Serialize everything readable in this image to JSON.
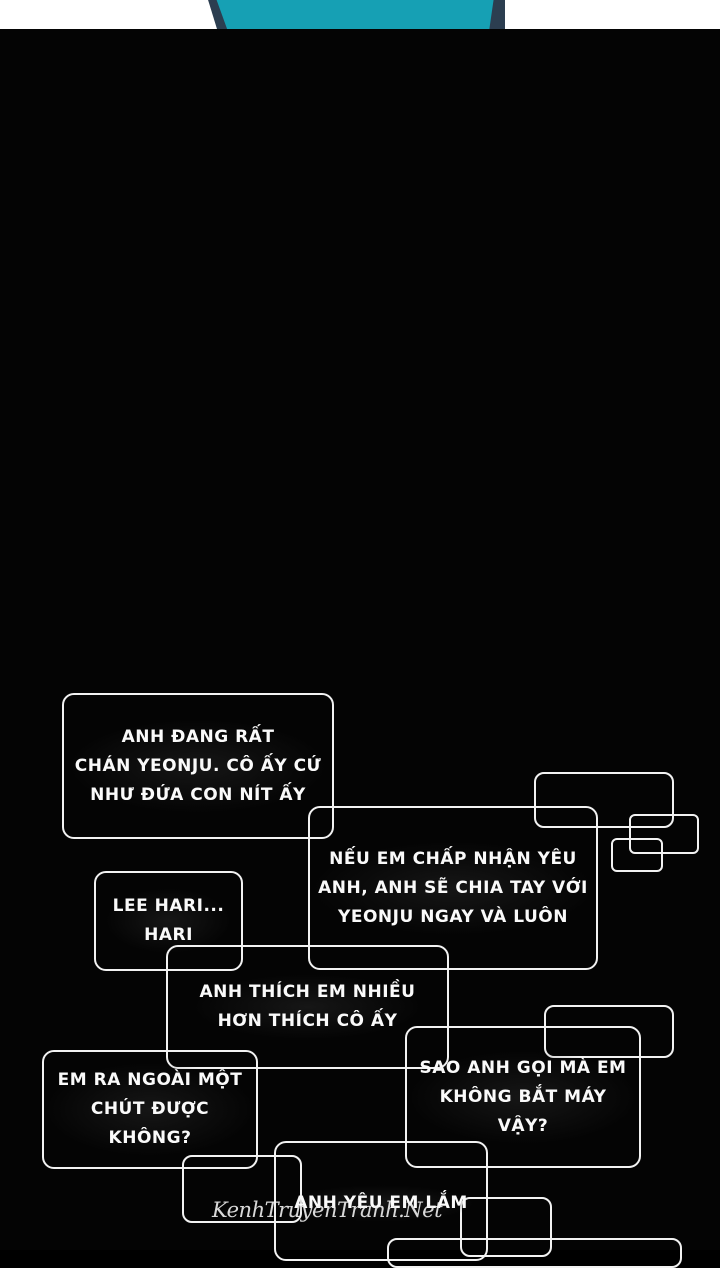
{
  "page": {
    "type": "comic-page",
    "background_color": "#040404",
    "bubble_border_color": "#f2f2f2",
    "text_color": "#fafafa"
  },
  "top_panel": {
    "description": "bottom of a teal smartphone",
    "phone_color": "#16a0b4",
    "phone_frame_color": "#2c3e50"
  },
  "bubbles": [
    {
      "id": "b1",
      "text": "ANH ĐANG RẤT\nCHÁN YEONJU. CÔ ẤY CỨ\nNHƯ ĐỨA CON NÍT ẤY"
    },
    {
      "id": "b2",
      "text": "NẾU EM CHẤP NHẬN YÊU\nANH, ANH SẼ CHIA TAY VỚI\nYEONJU NGAY VÀ LUÔN"
    },
    {
      "id": "b3",
      "text": "LEE HARI...\nHARI"
    },
    {
      "id": "b4",
      "text": "ANH THÍCH EM NHIỀU\nHƠN THÍCH CÔ ẤY"
    },
    {
      "id": "b5",
      "text": "EM RA NGOÀI MỘT\nCHÚT ĐƯỢC KHÔNG?"
    },
    {
      "id": "b6",
      "text": "SAO ANH GỌI MÀ EM\nKHÔNG BẮT MÁY VẬY?"
    },
    {
      "id": "b7",
      "text": "ANH YÊU EM LẮM"
    }
  ],
  "watermark": "KenhTruyenTranh.Net"
}
